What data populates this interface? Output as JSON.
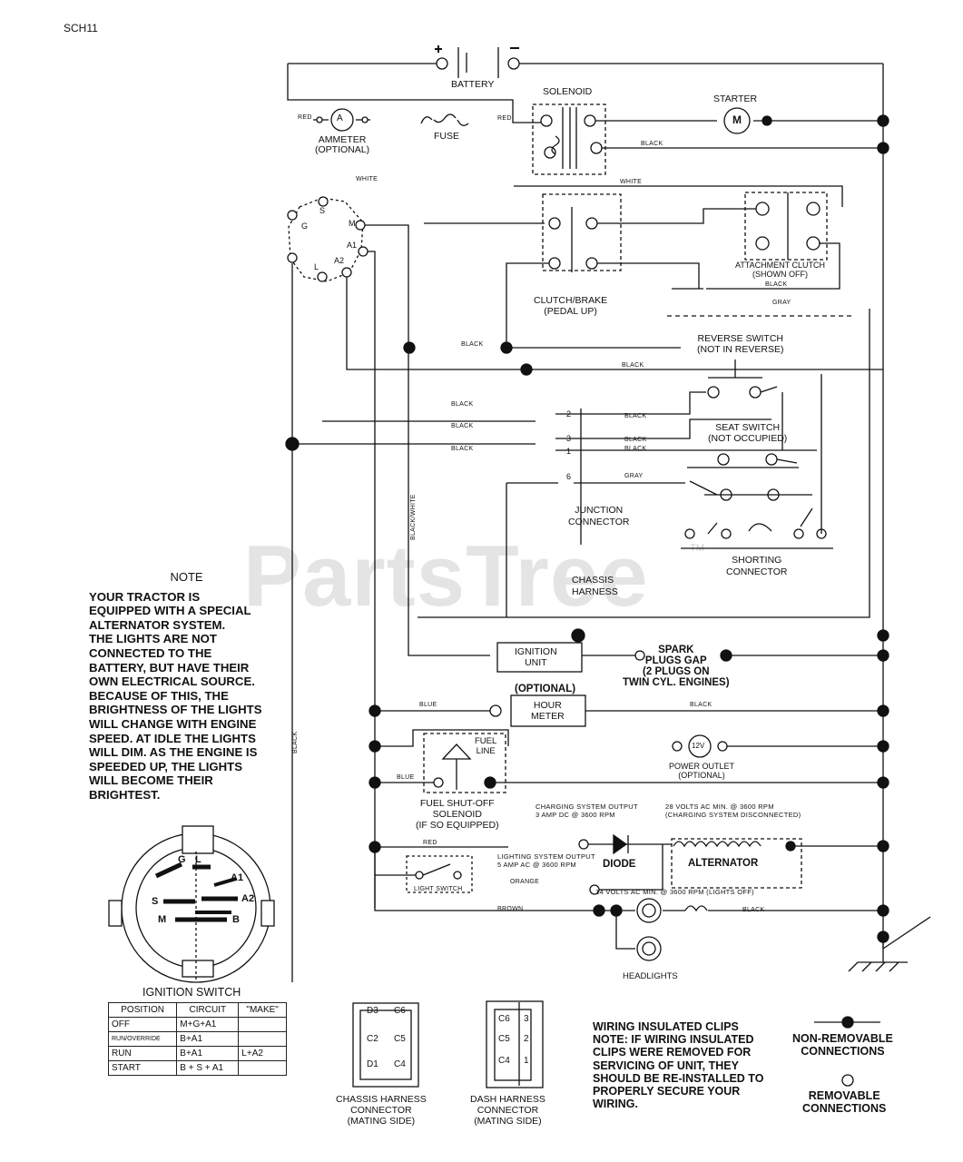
{
  "sheet": {
    "code": "SCH11",
    "watermark": "PartsTree",
    "watermark_mark": "TM"
  },
  "battery": {
    "label": "BATTERY",
    "plus": "+",
    "minus": "-"
  },
  "solenoid": {
    "label": "SOLENOID",
    "wire": "RED"
  },
  "starter": {
    "label": "STARTER",
    "symbol": "M"
  },
  "ammeter": {
    "label": "AMMETER\n(OPTIONAL)",
    "symbol": "A",
    "wire": "RED"
  },
  "fuse": {
    "label": "FUSE"
  },
  "ignition_terminals": {
    "s": "S",
    "m": "M",
    "g": "G",
    "l": "L",
    "a1": "A1",
    "a2": "A2"
  },
  "attachment_clutch": {
    "label": "ATTACHMENT CLUTCH\n(SHOWN OFF)"
  },
  "clutch_brake": {
    "label": "CLUTCH/BRAKE\n(PEDAL UP)"
  },
  "reverse_switch": {
    "label": "REVERSE SWITCH\n(NOT IN REVERSE)"
  },
  "seat_switch": {
    "label": "SEAT SWITCH\n(NOT OCCUPIED)"
  },
  "junction_connector": {
    "label": "JUNCTION\nCONNECTOR",
    "pins": [
      "2",
      "3",
      "1",
      "6"
    ]
  },
  "shorting_connector": {
    "label": "SHORTING\nCONNECTOR"
  },
  "chassis_harness": {
    "label": "CHASSIS\nHARNESS"
  },
  "ignition_unit": {
    "label": "IGNITION\nUNIT"
  },
  "spark_plugs": {
    "label": "SPARK\nPLUGS GAP\n(2 PLUGS ON\nTWIN CYL. ENGINES)"
  },
  "hour_meter": {
    "label": "HOUR\nMETER",
    "optional": "(OPTIONAL)"
  },
  "power_outlet": {
    "label": "POWER OUTLET\n(OPTIONAL)",
    "symbol": "12V"
  },
  "fuel_solenoid": {
    "label": "FUEL SHUT-OFF\nSOLENOID\n(IF SO EQUIPPED)",
    "fuel_line": "FUEL\nLINE"
  },
  "charging": {
    "label": "CHARGING SYSTEM OUTPUT\n3 AMP DC @ 3600 RPM"
  },
  "alternator_volts": {
    "label": "28 VOLTS AC MIN. @ 3600 RPM\n(CHARGING SYSTEM DISCONNECTED)"
  },
  "diode": {
    "label": "DIODE"
  },
  "alternator": {
    "label": "ALTERNATOR"
  },
  "lighting": {
    "label": "LIGHTING SYSTEM OUTPUT\n5 AMP AC @ 3600 RPM"
  },
  "light_volts": {
    "label": "14 VOLTS AC MIN. @ 3600 RPM (LIGHTS OFF)"
  },
  "light_switch": {
    "label": "LIGHT SWITCH"
  },
  "headlights": {
    "label": "HEADLIGHTS"
  },
  "wires": {
    "white": "WHITE",
    "white2": "WHITE",
    "black_clutch": "BLACK",
    "gray_top": "GRAY",
    "black_a": "BLACK",
    "black_b": "BLACK",
    "black_c": "BLACK",
    "black_d": "BLACK",
    "black_e": "BLACK",
    "black_j2": "BLACK",
    "black_j3": "BLACK",
    "black_j1": "BLACK",
    "gray_j6": "GRAY",
    "black_white": "BLACK/WHITE",
    "black_vert": "BLACK",
    "black_solenoid": "BLACK",
    "blue_hour": "BLUE",
    "black_hour": "BLACK",
    "blue_fuel": "BLUE",
    "red_light": "RED",
    "orange": "ORANGE",
    "brown": "BROWN",
    "black_head": "BLACK"
  },
  "note": {
    "title": "NOTE",
    "body": "YOUR TRACTOR IS\nEQUIPPED WITH A SPECIAL\nALTERNATOR SYSTEM.\nTHE LIGHTS ARE NOT\nCONNECTED TO THE\nBATTERY, BUT HAVE THEIR\nOWN ELECTRICAL SOURCE.\nBECAUSE OF THIS, THE\nBRIGHTNESS OF THE LIGHTS\nWILL CHANGE WITH ENGINE\nSPEED.  AT IDLE THE LIGHTS\nWILL DIM.  AS THE ENGINE IS\nSPEEDED UP, THE LIGHTS\nWILL BECOME THEIR\nBRIGHTEST."
  },
  "ignition_switch": {
    "title": "IGNITION SWITCH",
    "face_labels": {
      "g": "G",
      "l": "L",
      "a1": "A1",
      "s": "S",
      "a2": "A2",
      "m": "M",
      "b": "B"
    },
    "headers": [
      "POSITION",
      "CIRCUIT",
      "\"MAKE\""
    ],
    "rows": [
      {
        "position": "OFF",
        "circuit": "M+G+A1",
        "make": ""
      },
      {
        "position": "RUN/OVERRIDE",
        "circuit": "B+A1",
        "make": ""
      },
      {
        "position": "RUN",
        "circuit": "B+A1",
        "make": "L+A2"
      },
      {
        "position": "START",
        "circuit": "B + S + A1",
        "make": ""
      }
    ]
  },
  "chassis_connector": {
    "label": "CHASSIS HARNESS\nCONNECTOR\n(MATING SIDE)",
    "pins": [
      "D3",
      "C6",
      "C2",
      "C5",
      "D1",
      "C4"
    ]
  },
  "dash_connector": {
    "label": "DASH HARNESS\nCONNECTOR\n(MATING SIDE)",
    "pins": [
      "C6",
      "3",
      "C5",
      "2",
      "C4",
      "1"
    ]
  },
  "wiring_note": "WIRING INSULATED CLIPS\nNOTE: IF WIRING INSULATED\nCLIPS WERE REMOVED FOR\nSERVICING OF UNIT, THEY\nSHOULD BE RE-INSTALLED TO\nPROPERLY SECURE YOUR\nWIRING.",
  "legend": {
    "non_removable": "NON-REMOVABLE\nCONNECTIONS",
    "removable": "REMOVABLE\nCONNECTIONS"
  }
}
